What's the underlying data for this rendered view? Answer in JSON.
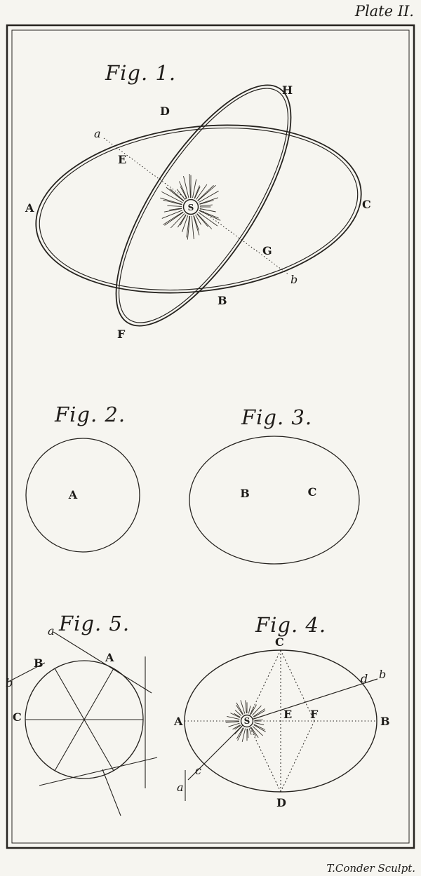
{
  "plate": {
    "title": "Plate II.",
    "credit": "T.Conder Sculpt."
  },
  "figures": {
    "fig1": {
      "label": "Fig. 1.",
      "sun": "S",
      "points": {
        "A": "A",
        "B": "B",
        "C": "C",
        "D": "D",
        "E": "E",
        "F": "F",
        "G": "G",
        "H": "H",
        "a": "a",
        "b": "b"
      }
    },
    "fig2": {
      "label": "Fig. 2.",
      "points": {
        "A": "A"
      }
    },
    "fig3": {
      "label": "Fig. 3.",
      "points": {
        "B": "B",
        "C": "C"
      }
    },
    "fig5": {
      "label": "Fig. 5.",
      "points": {
        "a": "a",
        "b": "b",
        "A": "A",
        "B": "B",
        "C": "C"
      }
    },
    "fig4": {
      "label": "Fig. 4.",
      "sun": "S",
      "points": {
        "A": "A",
        "B": "B",
        "C": "C",
        "D": "D",
        "E": "E",
        "F": "F",
        "a": "a",
        "b": "b",
        "c": "c",
        "d": "d"
      }
    }
  }
}
